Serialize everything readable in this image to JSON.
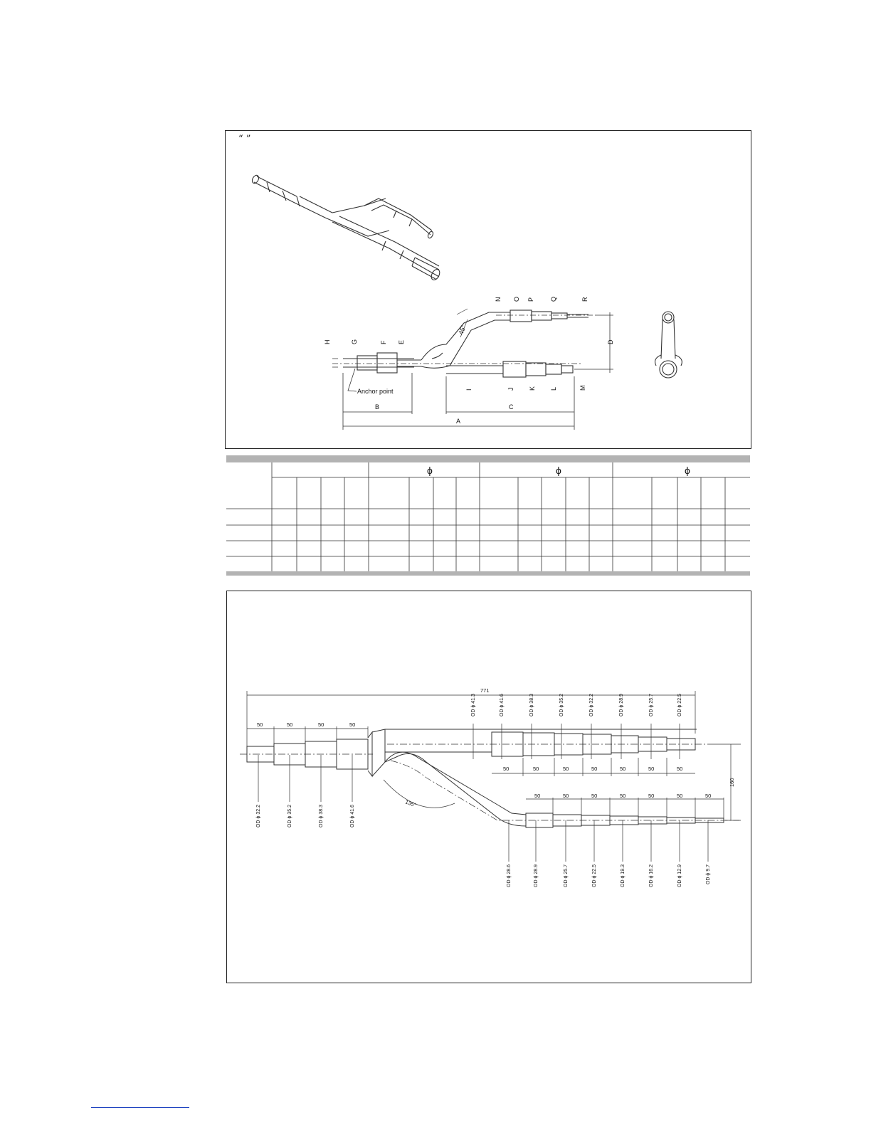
{
  "panel1": {
    "quote_marks": "“ ”",
    "labels": {
      "A": "A",
      "B": "B",
      "C": "C",
      "D": "D",
      "E": "E",
      "F": "F",
      "G": "G",
      "H": "H",
      "I": "I",
      "J": "J",
      "K": "K",
      "L": "L",
      "M": "M",
      "N": "N",
      "O": "O",
      "P": "P",
      "Q": "Q",
      "R": "R"
    },
    "angle": "45°",
    "anchor": "Anchor point"
  },
  "table": {
    "phi": "ϕ"
  },
  "panel2": {
    "overall_length": "771",
    "offset": "160",
    "angle": "135°",
    "seg": "50",
    "inlet_od": [
      "OD ϕ 32.2",
      "OD ϕ 35.2",
      "OD ϕ 38.3",
      "OD ϕ 41.6"
    ],
    "main_od": [
      "OD ϕ 41.3",
      "OD ϕ 41.6",
      "OD ϕ 38.3",
      "OD ϕ 35.2",
      "OD ϕ 32.2",
      "OD ϕ 28.9",
      "OD ϕ 25.7",
      "OD ϕ 22.5"
    ],
    "branch_od": [
      "OD ϕ 28.6",
      "OD ϕ 28.9",
      "OD ϕ 25.7",
      "OD ϕ 22.5",
      "OD ϕ 19.3",
      "OD ϕ 16.2",
      "OD ϕ 12.9",
      "OD ϕ 9.7"
    ]
  }
}
